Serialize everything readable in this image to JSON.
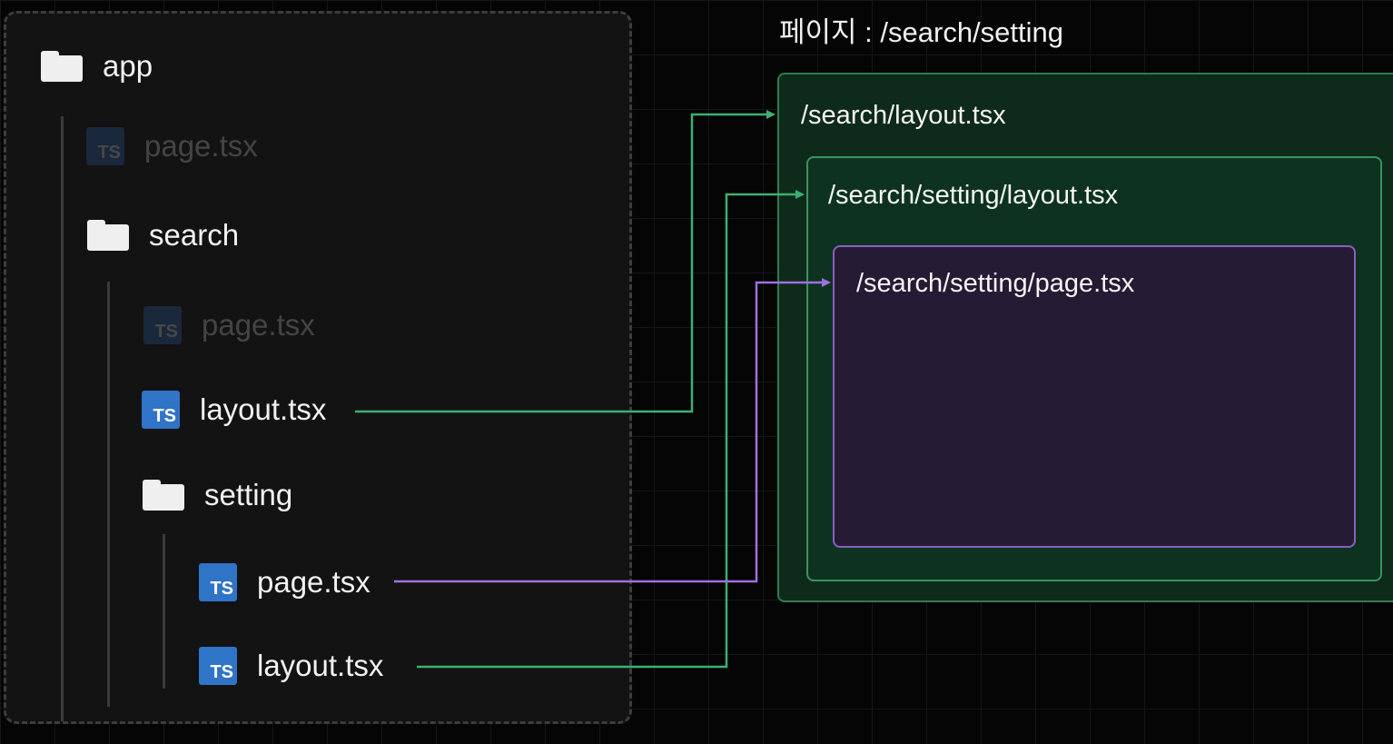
{
  "page_title": "페이지 : /search/setting",
  "tree": {
    "app_folder": {
      "label": "app",
      "icon": "folder-icon"
    },
    "app_page": {
      "label": "page.tsx",
      "icon": "ts-icon",
      "icon_text": "TS",
      "dimmed": true
    },
    "search_folder": {
      "label": "search",
      "icon": "folder-icon"
    },
    "search_page": {
      "label": "page.tsx",
      "icon": "ts-icon",
      "icon_text": "TS",
      "dimmed": true
    },
    "search_layout": {
      "label": "layout.tsx",
      "icon": "ts-icon",
      "icon_text": "TS"
    },
    "setting_folder": {
      "label": "setting",
      "icon": "folder-icon"
    },
    "setting_page": {
      "label": "page.tsx",
      "icon": "ts-icon",
      "icon_text": "TS"
    },
    "setting_layout": {
      "label": "layout.tsx",
      "icon": "ts-icon",
      "icon_text": "TS"
    }
  },
  "render": {
    "outer_layout": "/search/layout.tsx",
    "inner_layout": "/search/setting/layout.tsx",
    "page": "/search/setting/page.tsx"
  },
  "colors": {
    "layout_connector": "#3fae74",
    "page_connector": "#a070e0",
    "ts_icon": "#2f74c7",
    "outer_box": "#0e2a1a",
    "page_box": "#261b34"
  }
}
